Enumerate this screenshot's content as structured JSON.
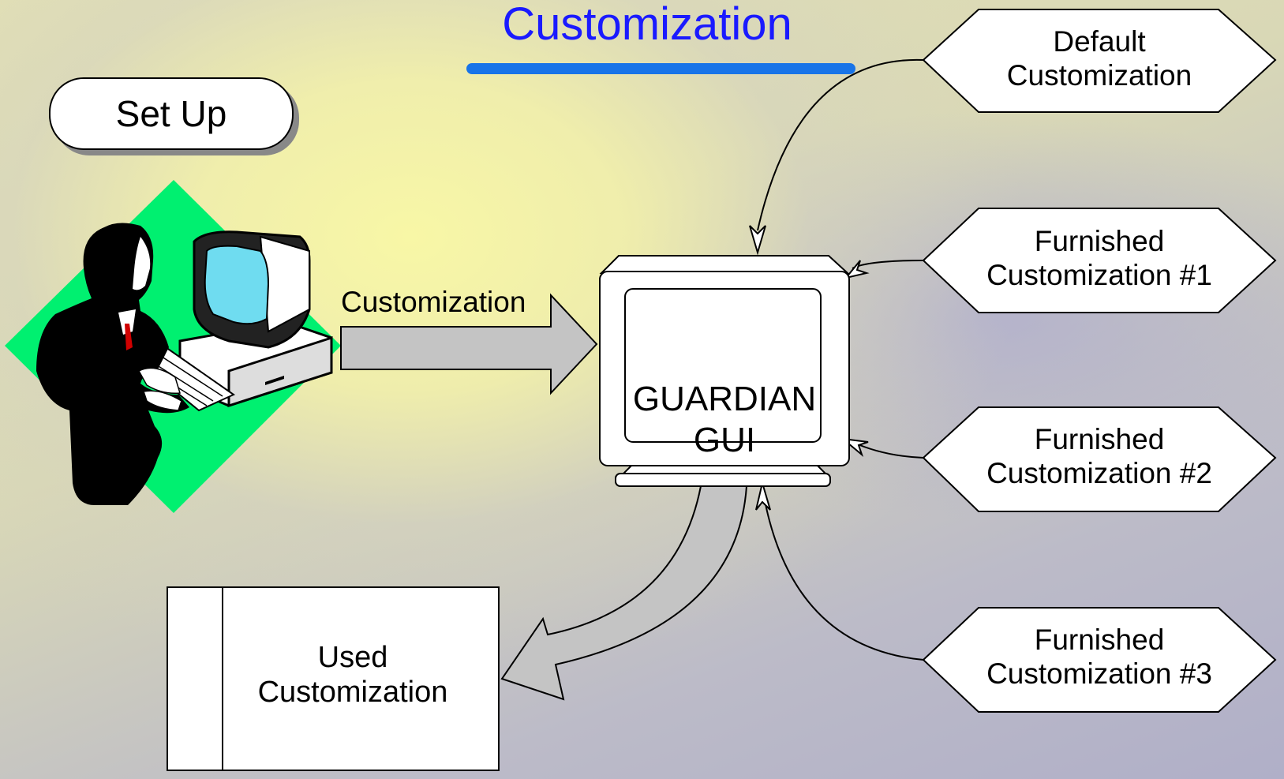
{
  "title": "Customization",
  "setup_label": "Set Up",
  "arrow_label": "Customization",
  "gui": {
    "line1": "GUARDIAN",
    "line2": "GUI"
  },
  "sources": [
    {
      "line1": "Default",
      "line2": "Customization"
    },
    {
      "line1": "Furnished",
      "line2": "Customization #1"
    },
    {
      "line1": "Furnished",
      "line2": "Customization #2"
    },
    {
      "line1": "Furnished",
      "line2": "Customization #3"
    }
  ],
  "used": {
    "line1": "Used",
    "line2": "Customization"
  },
  "colors": {
    "title": "#1a1aff",
    "underline": "#1874e8",
    "diamond": "#00f070",
    "monitor_screen": "#6fdcf0",
    "arrow_fill": "#c4c4c4"
  }
}
